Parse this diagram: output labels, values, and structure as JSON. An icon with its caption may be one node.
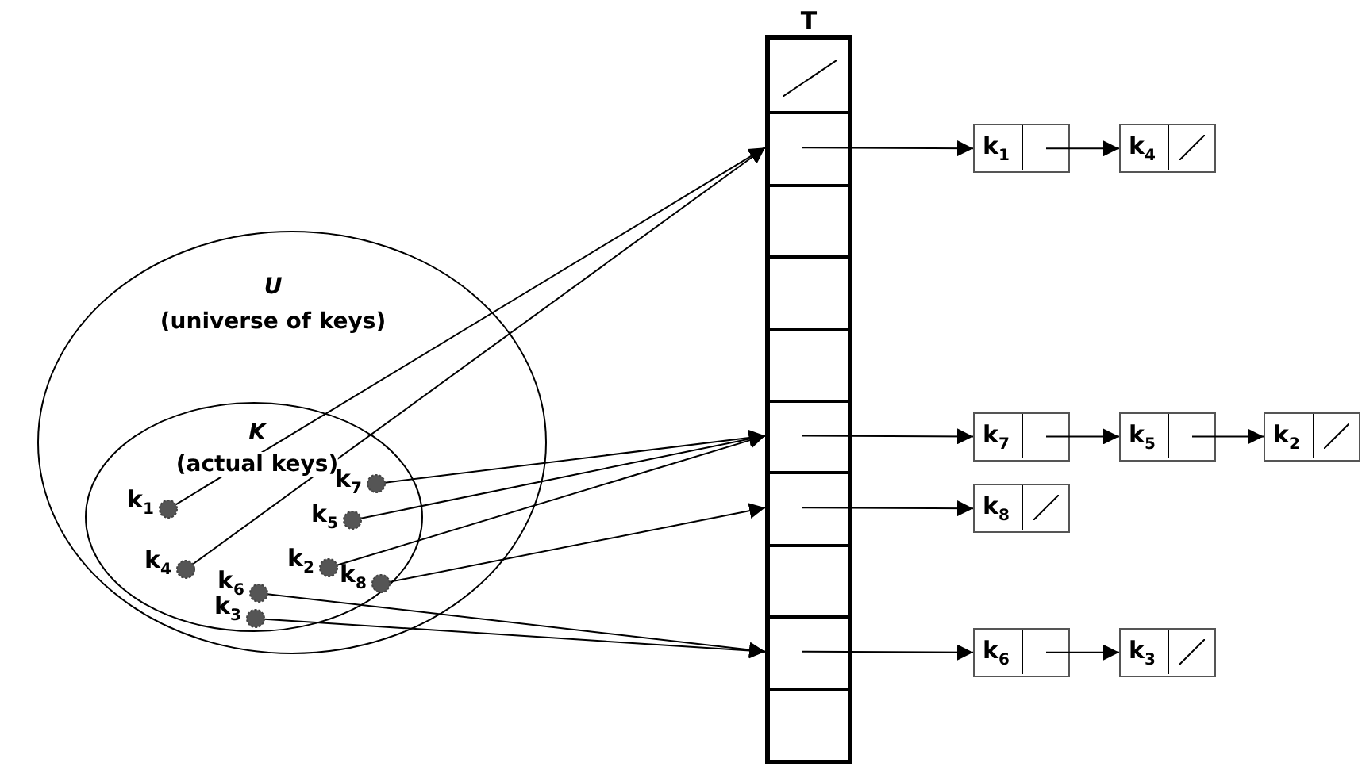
{
  "diagram": {
    "nodes": [
      {
        "text": [
          "U",
          "(universe of keys)"
        ]
      },
      {
        "text": [
          "K",
          "(actual keys)"
        ],
        "in": 0
      },
      {
        "text": [
          "k$_{7}$"
        ],
        "in": 1
      },
      {
        "text": [
          "k$_{1}$"
        ],
        "in": 1
      },
      {
        "text": [
          "k$_{5}$"
        ],
        "in": 1
      },
      {
        "text": [
          "k$_{4}$"
        ],
        "in": 1
      },
      {
        "text": [
          "k$_{2}$"
        ],
        "in": 1
      },
      {
        "text": [
          "k$_{8}$"
        ],
        "in": 1
      },
      {
        "text": [
          "k$_{6}$"
        ],
        "in": 1
      },
      {
        "text": [
          "k$_{3}$"
        ],
        "in": 1
      },
      {
        "text": [
          "T"
        ]
      },
      {
        "text": [],
        "shape": "box",
        "in": 10
      },
      {
        "text": [],
        "shape": "box",
        "in": 10
      },
      {
        "text": [],
        "shape": "box",
        "in": 10
      },
      {
        "text": [],
        "shape": "box",
        "in": 10
      },
      {
        "text": [],
        "shape": "box",
        "in": 10
      },
      {
        "text": [],
        "shape": "box",
        "in": 10
      },
      {
        "text": [],
        "shape": "box",
        "in": 10
      },
      {
        "text": [],
        "shape": "box",
        "in": 10
      },
      {
        "text": [],
        "shape": "box",
        "in": 10
      },
      {
        "text": [],
        "shape": "box",
        "in": 10
      },
      {
        "text": [
          "k$_{1}$"
        ]
      },
      {
        "text": [
          "k$_{4}$"
        ]
      },
      {
        "text": [
          "k$_{7}$"
        ]
      },
      {
        "text": [
          "k$_{5}$"
        ]
      },
      {
        "text": [
          "k$_{2}$"
        ]
      },
      {
        "text": [
          "k$_{8}$"
        ]
      },
      {
        "text": [
          "k$_{6}$"
        ]
      },
      {
        "text": [
          "k$_{3}$"
        ]
      }
    ],
    "edges": [
      {
        "from": 3,
        "to": 12,
        "arrow": "to"
      },
      {
        "from": 5,
        "to": 12,
        "arrow": "to"
      },
      {
        "from": 2,
        "to": 16,
        "arrow": "to"
      },
      {
        "from": 4,
        "to": 16,
        "arrow": "to"
      },
      {
        "from": 6,
        "to": 16,
        "arrow": "to"
      },
      {
        "from": 7,
        "to": 17,
        "arrow": "to"
      },
      {
        "from": 8,
        "to": 19,
        "arrow": "to"
      },
      {
        "from": 9,
        "to": 19,
        "arrow": "to"
      },
      {
        "from": 12,
        "to": 21,
        "arrow": "to"
      },
      {
        "from": 21,
        "to": 22,
        "arrow": "to"
      },
      {
        "from": 16,
        "to": 23,
        "arrow": "to"
      },
      {
        "from": 23,
        "to": 24,
        "arrow": "to"
      },
      {
        "from": 24,
        "to": 25,
        "arrow": "to"
      },
      {
        "from": 17,
        "to": 26,
        "arrow": "to"
      },
      {
        "from": 19,
        "to": 27,
        "arrow": "to"
      },
      {
        "from": 27,
        "to": 28,
        "arrow": "to"
      }
    ]
  }
}
